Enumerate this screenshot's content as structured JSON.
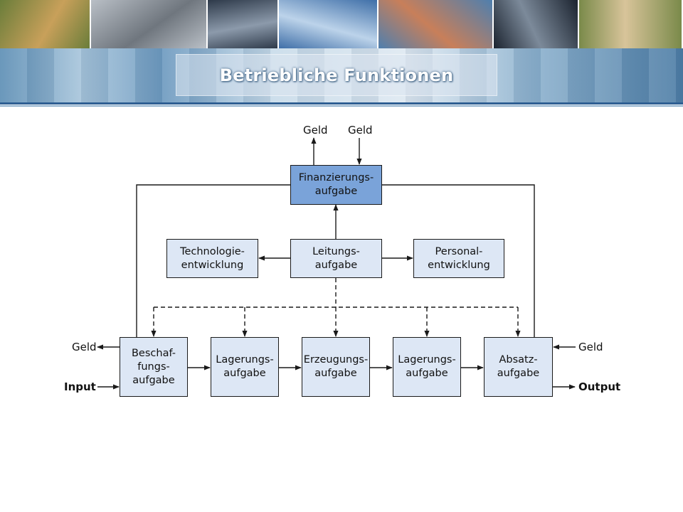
{
  "header": {
    "title": "Betriebliche Funktionen",
    "photos": [
      {
        "name": "market-photo",
        "c1": "#6a7d3a",
        "c2": "#c8a05a",
        "w": 128
      },
      {
        "name": "handshake-photo",
        "c1": "#b9bfc6",
        "c2": "#6f767e",
        "w": 164
      },
      {
        "name": "bull-bear-photo",
        "c1": "#2e3a4a",
        "c2": "#8c9aab",
        "w": 100
      },
      {
        "name": "business-people-photo",
        "c1": "#3f6fa8",
        "c2": "#bcd3ea",
        "w": 140
      },
      {
        "name": "container-port-photo",
        "c1": "#4f7fae",
        "c2": "#c87f5a",
        "w": 162
      },
      {
        "name": "office-building-photo",
        "c1": "#1c2430",
        "c2": "#7c8a9a",
        "w": 120
      },
      {
        "name": "produce-market-photo",
        "c1": "#7a8a4a",
        "c2": "#d8c49a",
        "w": 146
      }
    ]
  },
  "diagram": {
    "top_geld_out": "Geld",
    "top_geld_in": "Geld",
    "finanzierung": "Finanzierungs-\naufgabe",
    "technologie": "Technologie-\nentwicklung",
    "leitung": "Leitungs-\naufgabe",
    "personal": "Personal-\nentwicklung",
    "beschaffung": "Beschaf-\nfungs-\naufgabe",
    "lagerung_1": "Lagerungs-\naufgabe",
    "erzeugung": "Erzeugungs-\naufgabe",
    "lagerung_2": "Lagerungs-\naufgabe",
    "absatz": "Absatz-\naufgabe",
    "left_geld": "Geld",
    "right_geld": "Geld",
    "input": "Input",
    "output": "Output"
  },
  "colors": {
    "box_light": "#dde7f5",
    "box_dark": "#7aa3d9",
    "line": "#1a1a1a",
    "header_rule": "#2f5f93"
  }
}
